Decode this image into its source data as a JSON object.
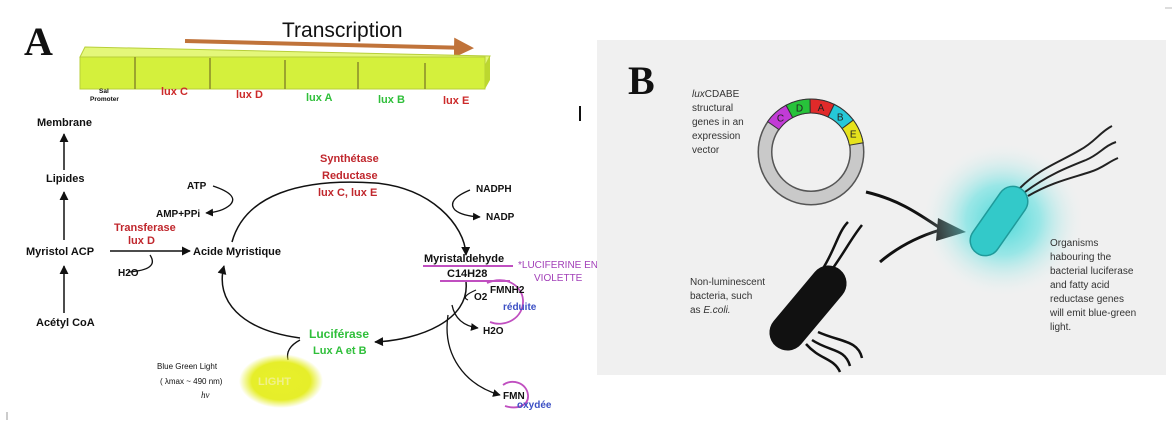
{
  "panel_a": {
    "letter": "A",
    "transcription_label": "Transcription",
    "operon": {
      "promoter_line1": "Sal",
      "promoter_line2": "Promoter",
      "genes": [
        "lux C",
        "lux D",
        "lux A",
        "lux B",
        "lux E"
      ],
      "gene_colors": [
        "#cc2a2a",
        "#cc2a2a",
        "#2fbf3a",
        "#2fbf3a",
        "#cc2a2a"
      ]
    },
    "pathway": {
      "membrane": "Membrane",
      "lipides": "Lipides",
      "myristol_acp": "Myristol ACP",
      "acetyl_coa": "Acétyl CoA",
      "acide_myristique": "Acide Myristique",
      "atp": "ATP",
      "amp_ppi": "AMP+PPi",
      "transferase": "Transferase",
      "lux_d": "lux D",
      "h2o_left": "H2O",
      "synthetase": "Synthétase",
      "reductase": "Reductase",
      "lux_c_e": "lux C, lux E",
      "nadph": "NADPH",
      "nadp": "NADP",
      "myristaldehyde": "Myristaldehyde",
      "c14h28": "C14H28",
      "luciferine_note_1": "*LUCIFERINE EN",
      "luciferine_note_2": "VIOLETTE",
      "fmnh2": "FMNH2",
      "reduite": "réduite",
      "o2": "O2",
      "h2o_right": "H2O",
      "luciferase": "Luciférase",
      "lux_a_b": "Lux A et B",
      "blue_green_light": "Blue Green Light",
      "lambda_text": "( λmax ~ 490 nm)",
      "hv": "hν",
      "light": "LIGHT",
      "fmn": "FMN",
      "oxydee": "oxydée"
    }
  },
  "panel_b": {
    "letter": "B",
    "plasmid_label_1": "luxCDABE",
    "plasmid_label_2": "structural",
    "plasmid_label_3": "genes in an",
    "plasmid_label_4": "expression",
    "plasmid_label_5": "vector",
    "segments": [
      "C",
      "D",
      "A",
      "B",
      "E"
    ],
    "segment_colors": [
      "#c23bd6",
      "#27c23a",
      "#e02a2a",
      "#25c8d8",
      "#e6e21c"
    ],
    "nonlum_1": "Non-luminescent",
    "nonlum_2": "bacteria, such",
    "nonlum_3": "as E.coli.",
    "org_1": "Organisms",
    "org_2": "habouring the",
    "org_3": "bacterial luciferase",
    "org_4": "and fatty acid",
    "org_5": "reductase genes",
    "org_6": "will emit blue-green",
    "org_7": "light."
  },
  "colors": {
    "red_text": "#c0272d",
    "green_text": "#2fbf3a",
    "blue_text": "#3b4fc4",
    "purple": "#c04fc0",
    "lime_bar": "#d4f03c",
    "glow": "#e6ee2a",
    "cyan_bacterium": "#33c9c9",
    "panel_b_bg": "#f0f0f0"
  }
}
